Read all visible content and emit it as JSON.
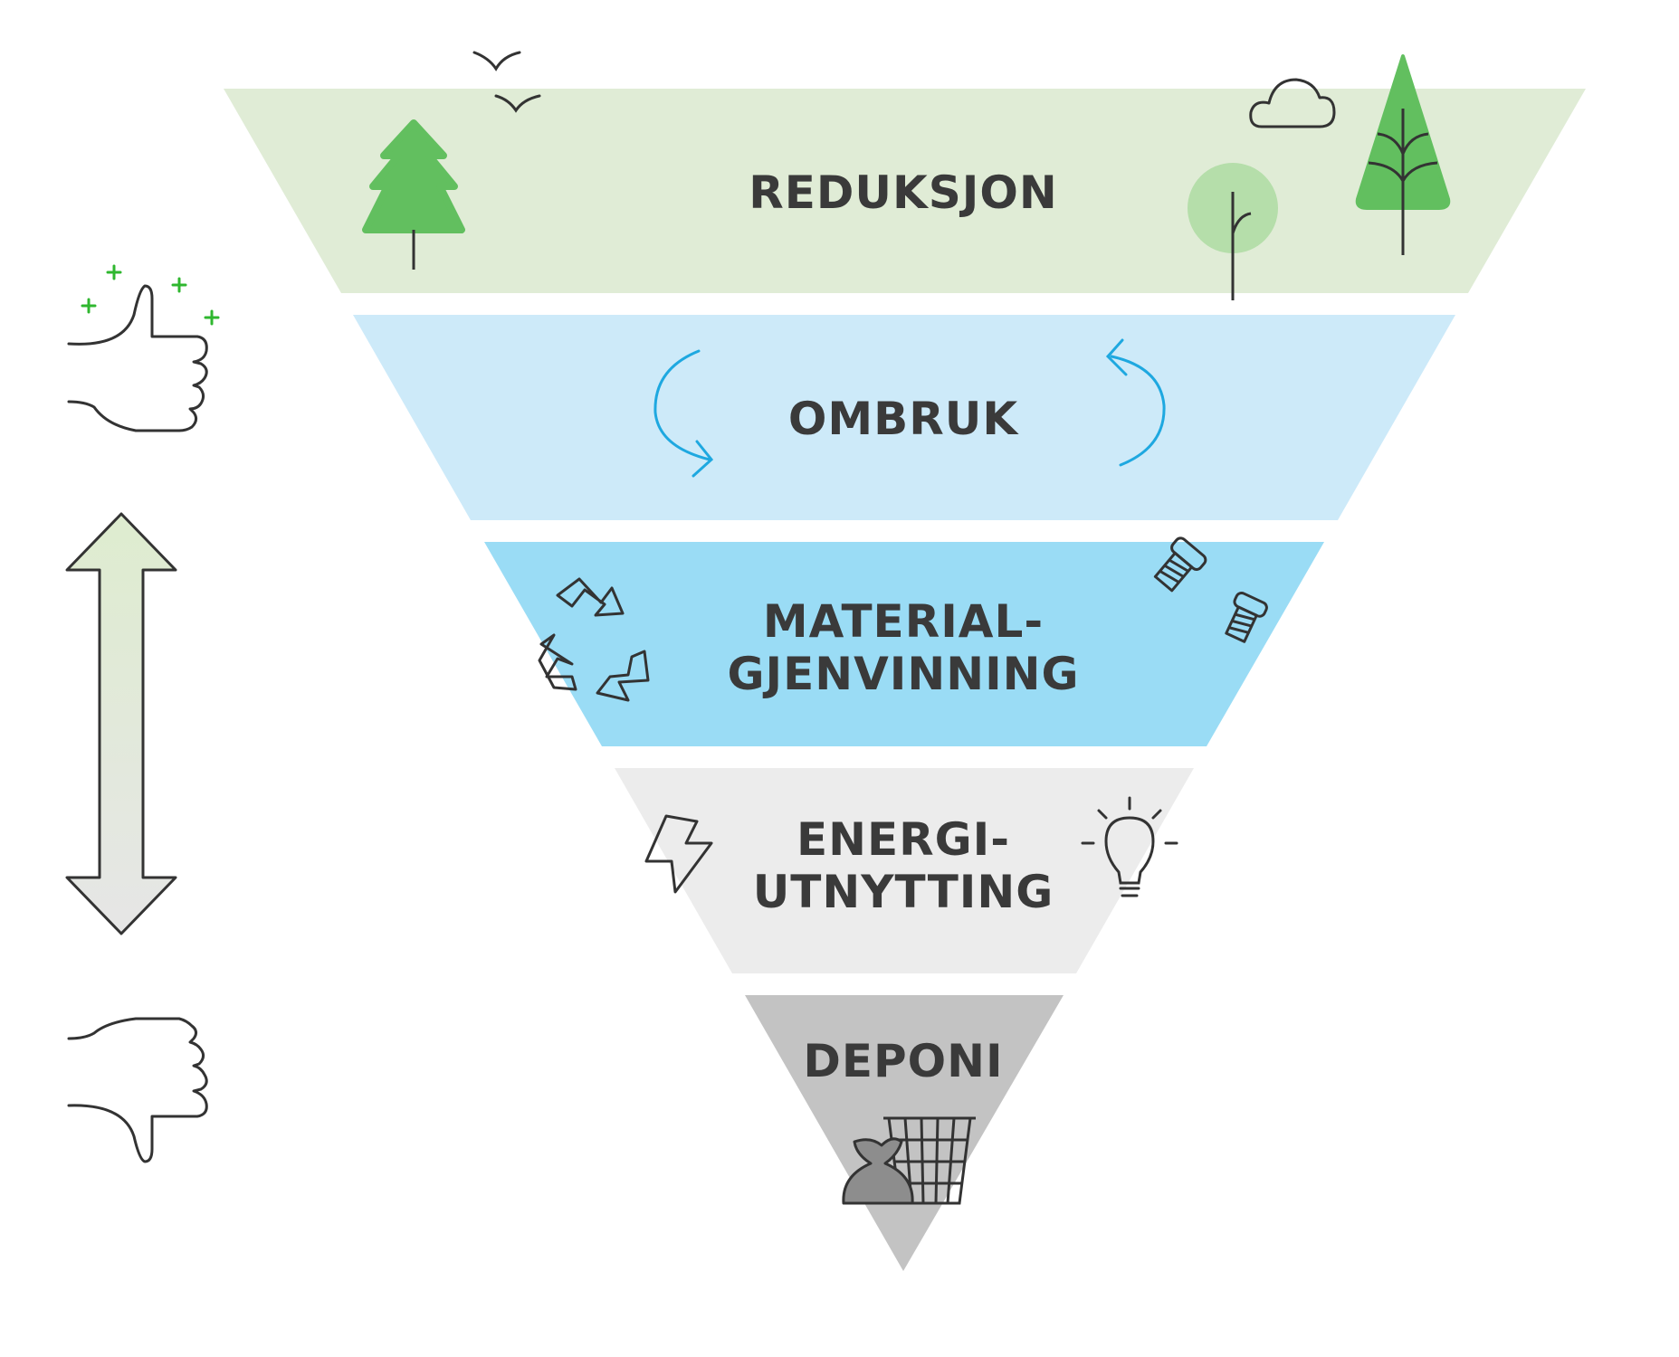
{
  "levels": [
    {
      "id": "reduksjon",
      "lines": [
        "REDUKSJON"
      ],
      "color": "#e0ecd6"
    },
    {
      "id": "ombruk",
      "lines": [
        "OMBRUK"
      ],
      "color": "#cdeaf9"
    },
    {
      "id": "materialgjenvinning",
      "lines": [
        "MATERIAL-",
        "GJENVINNING"
      ],
      "color": "#9adcf5"
    },
    {
      "id": "energiutnytting",
      "lines": [
        "ENERGI-",
        "UTNYTTING"
      ],
      "color": "#ececec"
    },
    {
      "id": "deponi",
      "lines": [
        "DEPONI"
      ],
      "color": "#c3c3c3"
    }
  ],
  "colors": {
    "text": "#3a3a3a",
    "line": "#333333",
    "tree_green": "#62bf5f",
    "light_green": "#b5deaa",
    "blue_arrow": "#1ea8e0",
    "sparkle_green": "#2fb72f",
    "bag_gray": "#8d8d8d"
  },
  "icons": {
    "top_left": "thumbs-up-icon",
    "middle_left": "double-arrow-icon",
    "bottom_left": "thumbs-down-icon",
    "reduksjon": [
      "pine-tree-icon",
      "birds-icon",
      "cloud-icon",
      "round-tree-icon",
      "tall-tree-icon"
    ],
    "ombruk": [
      "circular-arrow-icon"
    ],
    "materialgjenvinning": [
      "recycle-icon",
      "screw-icon"
    ],
    "energiutnytting": [
      "lightning-icon",
      "lightbulb-icon"
    ],
    "deponi": [
      "trash-bag-icon",
      "waste-basket-icon"
    ]
  }
}
